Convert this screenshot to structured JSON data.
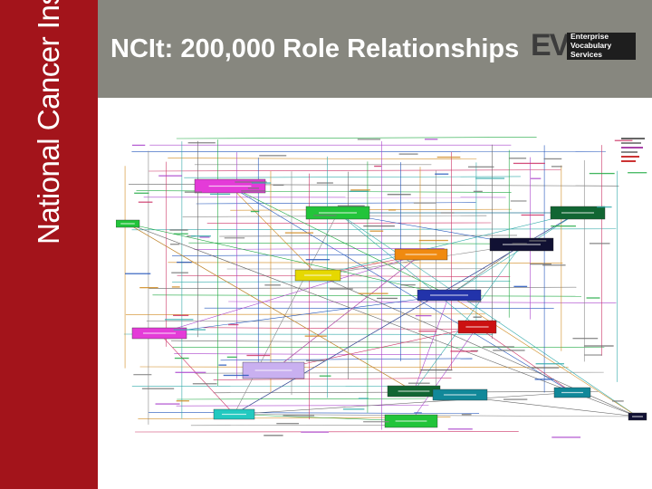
{
  "sidebar": {
    "text": "National Cancer Institute"
  },
  "header": {
    "title": "NCIt: 200,000 Role Relationships"
  },
  "logo": {
    "mark": "EVS",
    "lines": [
      "Enterprise",
      "Vocabulary",
      "Services"
    ]
  },
  "colors": {
    "sidebar": "#a3141b",
    "header": "#87877f",
    "pink": "#e43bd8",
    "green": "#22c43a",
    "darkgreen": "#116633",
    "orange": "#f08a10",
    "yellow": "#e6d800",
    "blue": "#2233aa",
    "purple": "#9b30b6",
    "lavender": "#c9b0f0",
    "teal": "#118899",
    "red": "#cc1111",
    "navy": "#111133",
    "cyan": "#22c9c0"
  }
}
